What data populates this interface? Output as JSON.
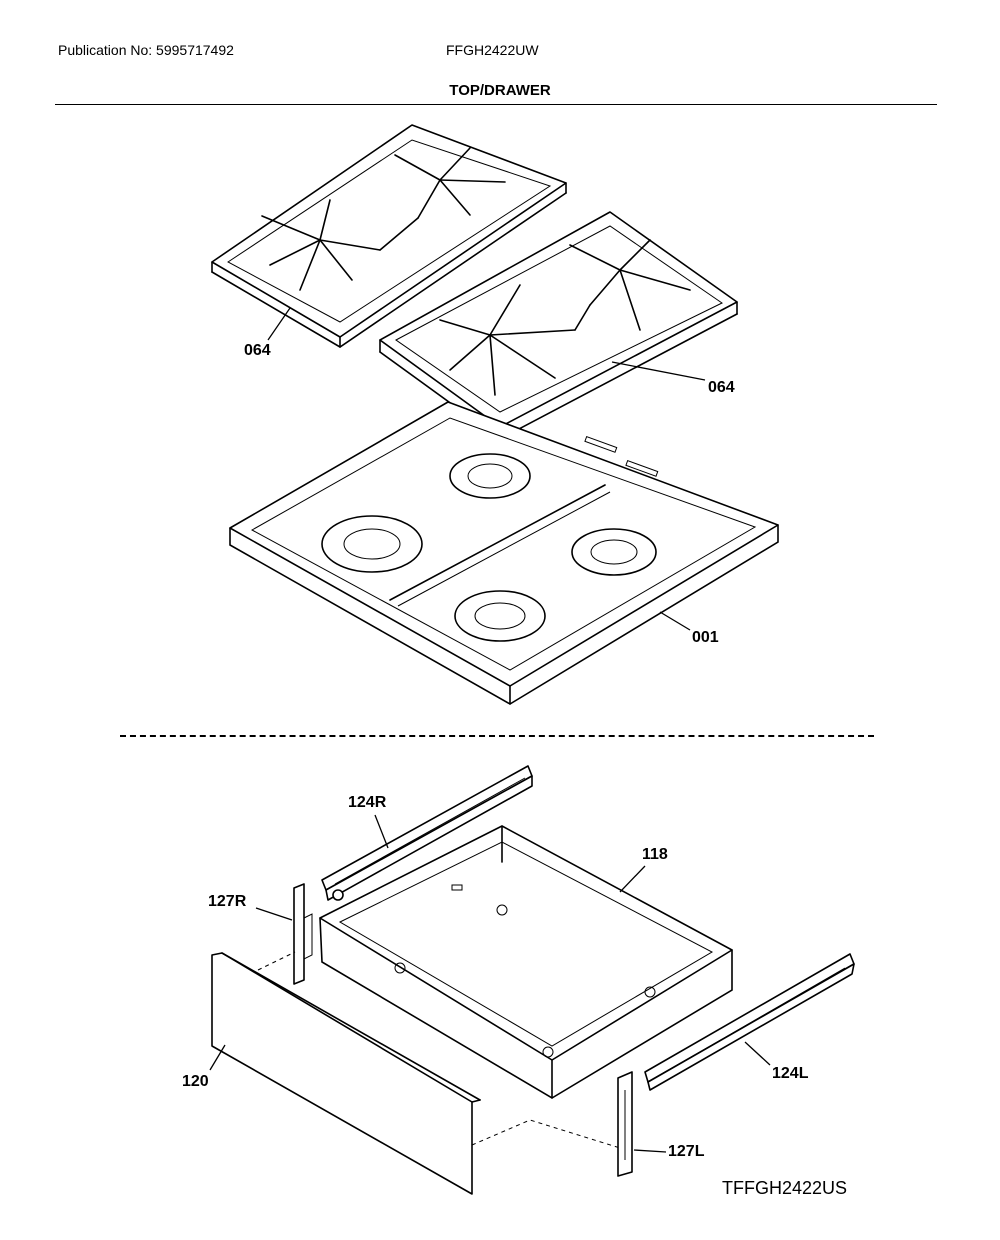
{
  "header": {
    "publication": "Publication No: 5995717492",
    "model": "FFGH2422UW"
  },
  "title": "TOP/DRAWER",
  "callouts": {
    "grate_left": "064",
    "grate_right": "064",
    "cooktop": "001",
    "rail_right": "124R",
    "drawer_body": "118",
    "bracket_right": "127R",
    "drawer_front": "120",
    "rail_left": "124L",
    "bracket_left": "127L"
  },
  "footer": "TFFGH2422US"
}
